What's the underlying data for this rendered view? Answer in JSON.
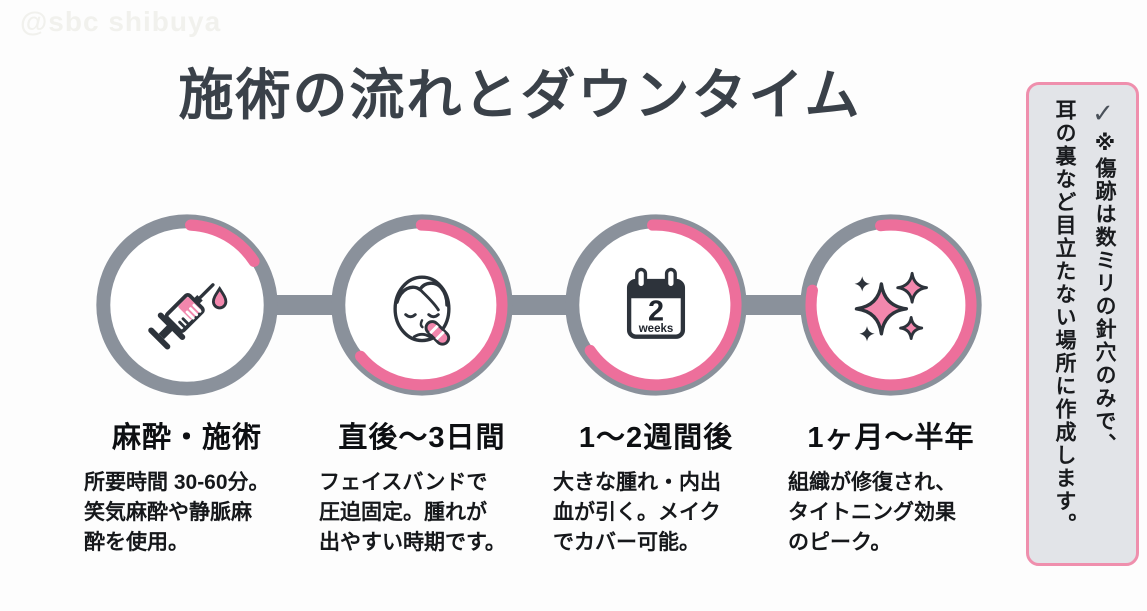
{
  "watermark": "@sbc shibuya",
  "title": "施術の流れとダウンタイム",
  "steps": [
    {
      "icon": "syringe-icon",
      "progress_pct": 15,
      "title": "麻酔・施術",
      "description": "所要時間 30-60分。\n笑気麻酔や静脈麻\n酔を使用。"
    },
    {
      "icon": "face-bandage-icon",
      "progress_pct": 64,
      "title": "直後〜3日間",
      "description": "フェイスバンドで\n圧迫固定。腫れが\n出やすい時期です。"
    },
    {
      "icon": "calendar-icon",
      "calendar_number": "2",
      "calendar_unit": "weeks",
      "progress_pct": 66,
      "title": "1〜2週間後",
      "description": "大きな腫れ・内出\n血が引く。メイク\nでカバー可能。"
    },
    {
      "icon": "sparkles-icon",
      "progress_pct": 80,
      "title": "1ヶ月〜半年",
      "description": "組織が修復され、\nタイトニング効果\nのピーク。"
    }
  ],
  "note": {
    "check_icon": "✓",
    "text": "※傷跡は数ミリの針穴のみで、\n耳の裏など目立たない場所に作成します。"
  },
  "colors": {
    "pink": "#ed6f9b",
    "pink-light": "#f287ad",
    "gray": "#8a919b",
    "dark": "#2d333b",
    "title": "#3a4149",
    "note-bg": "#e2e4e8",
    "note-border": "#ef8fad"
  }
}
